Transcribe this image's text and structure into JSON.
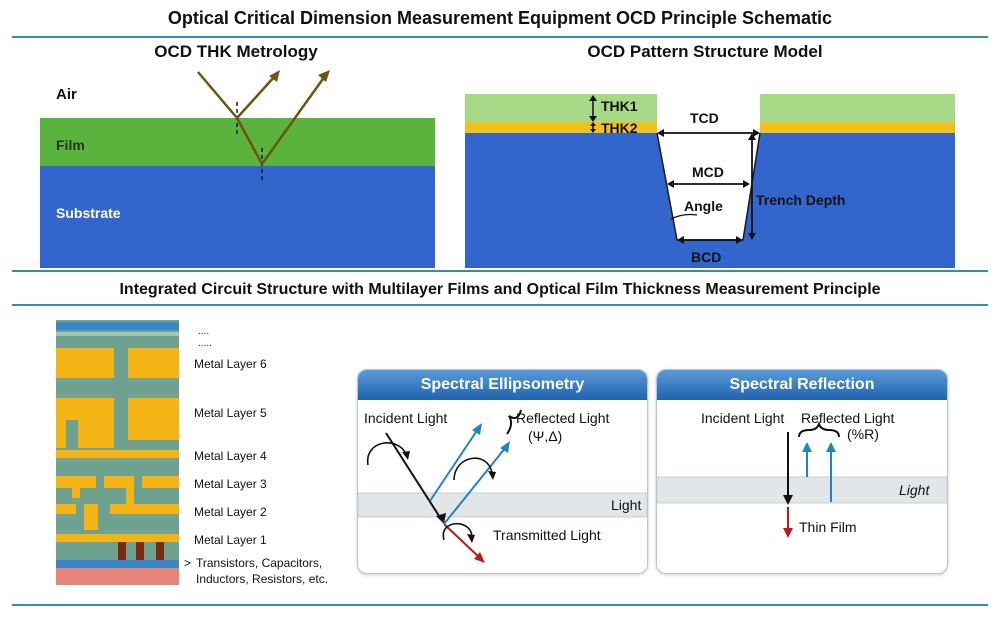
{
  "title": "Optical Critical Dimension Measurement Equipment OCD Principle Schematic",
  "thk": {
    "title": "OCD THK Metrology",
    "air": "Air",
    "film": "Film",
    "substrate": "Substrate"
  },
  "pattern": {
    "title": "OCD Pattern Structure Model",
    "thk1": "THK1",
    "thk2": "THK2",
    "tcd": "TCD",
    "mcd": "MCD",
    "angle": "Angle",
    "trench_depth": "Trench Depth",
    "bcd": "BCD"
  },
  "section2_title": "Integrated Circuit Structure with Multilayer Films and Optical Film Thickness Measurement Principle",
  "ic_stack": {
    "dots1": "....",
    "dots2": ".....",
    "layers": [
      "Metal Layer 6",
      "Metal Layer 5",
      "Metal Layer 4",
      "Metal Layer 3",
      "Metal Layer 2",
      "Metal Layer 1"
    ],
    "devices_marker": ">",
    "devices_line1": "Transistors, Capacitors,",
    "devices_line2": "Inductors, Resistors, etc."
  },
  "ellipsometry": {
    "title": "Spectral Ellipsometry",
    "incident": "Incident Light",
    "reflected": "Reflected Light",
    "psi_delta": "(Ψ,Δ)",
    "light": "Light",
    "transmitted": "Transmitted Light"
  },
  "reflection": {
    "title": "Spectral Reflection",
    "incident": "Incident Light",
    "reflected": "Reflected Light",
    "percent_r": "(%R)",
    "light": "Light",
    "thin_film": "Thin Film"
  },
  "colors": {
    "rule": "#3a8aa8",
    "substrate": "#3366cc",
    "film": "#5ab33c",
    "thk1": "#a6d985",
    "thk2": "#f2c21a",
    "metal": "#f5b415",
    "dielectric": "#6ea18f",
    "silicon": "#e8857a",
    "header_blue": "#1f63b0",
    "reflected_arrow": "#1f86b8",
    "transmitted_arrow": "#c0161c",
    "incident_arrow": "#6b5510"
  },
  "icons": [
    "reflected-light-arrow",
    "incident-light-arrow",
    "polarization-loop-icon"
  ]
}
